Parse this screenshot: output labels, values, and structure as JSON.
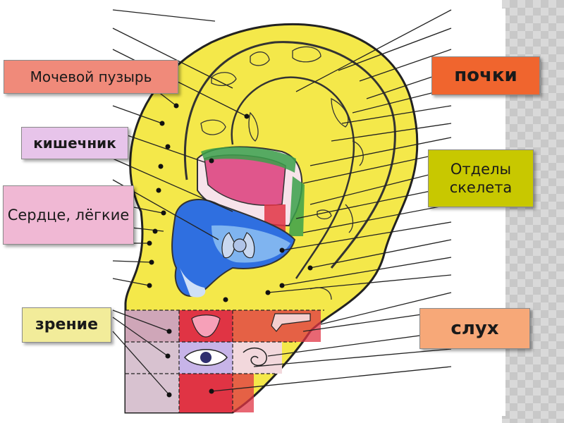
{
  "labels": {
    "bladder": "Мочевой пузырь",
    "intestine": "кишечник",
    "heart_lungs": "Сердце, лёгкие",
    "vision": "зрение",
    "kidneys": "почки",
    "skeleton": "Отделы скелета",
    "hearing": "слух"
  },
  "colors": {
    "ear_yellow": "#f4e84a",
    "bladder_box": "#f08a7a",
    "intestine_box": "#e7c4ea",
    "heart_box": "#f0b8d4",
    "vision_box": "#f2ec9a",
    "kidneys_box": "#f0652e",
    "skeleton_box": "#c8c800",
    "hearing_box": "#f7a878",
    "zone_blue": "#2f6fe0",
    "zone_pink": "#e0568c",
    "zone_green": "#3aa04a",
    "zone_red": "#e03444"
  }
}
